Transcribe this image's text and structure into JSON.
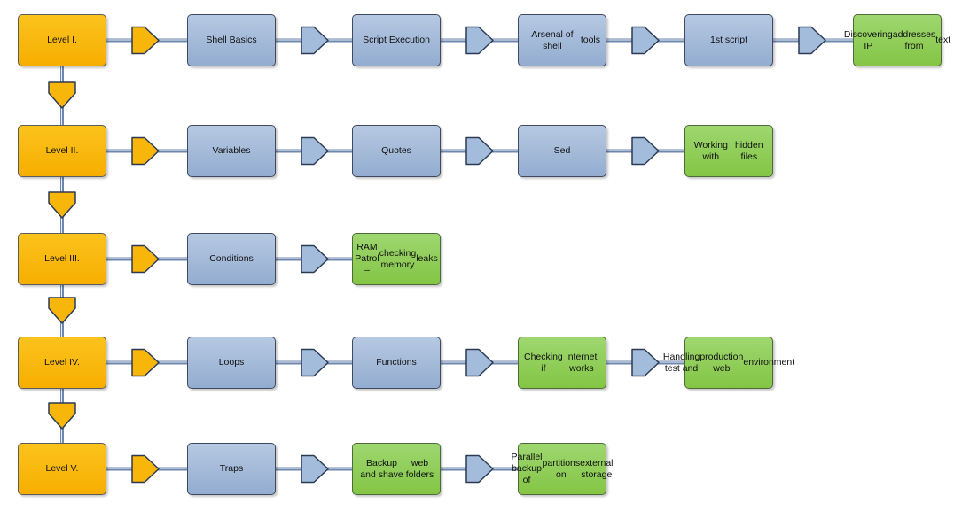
{
  "colors": {
    "level_fill": "#f8b50a",
    "topic_fill": "#a4bcdb",
    "project_fill": "#8fcd55",
    "connector": "#6f87ad",
    "outline": "#2b3a55"
  },
  "levels": [
    {
      "label": "Level I.",
      "steps": [
        {
          "label": "Shell Basics",
          "kind": "topic"
        },
        {
          "label": "Script Execution",
          "kind": "topic"
        },
        {
          "label": "Arsenal of shell tools",
          "kind": "topic",
          "lines": [
            "Arsenal of shell",
            "tools"
          ]
        },
        {
          "label": "1st script",
          "kind": "topic"
        },
        {
          "label": "Discovering IP addresses from text",
          "kind": "project",
          "lines": [
            "Discovering IP",
            "addresses from",
            "text"
          ]
        }
      ]
    },
    {
      "label": "Level II.",
      "steps": [
        {
          "label": "Variables",
          "kind": "topic"
        },
        {
          "label": "Quotes",
          "kind": "topic"
        },
        {
          "label": "Sed",
          "kind": "topic"
        },
        {
          "label": "Working with hidden files",
          "kind": "project",
          "lines": [
            "Working with",
            "hidden files"
          ]
        }
      ]
    },
    {
      "label": "Level III.",
      "steps": [
        {
          "label": "Conditions",
          "kind": "topic"
        },
        {
          "label": "RAM Patrol – checking memory leaks",
          "kind": "project",
          "lines": [
            "RAM Patrol –",
            "checking memory",
            "leaks"
          ]
        }
      ]
    },
    {
      "label": "Level IV.",
      "steps": [
        {
          "label": "Loops",
          "kind": "topic"
        },
        {
          "label": "Functions",
          "kind": "topic"
        },
        {
          "label": "Checking if internet works",
          "kind": "project",
          "lines": [
            "Checking if",
            "internet works"
          ]
        },
        {
          "label": "Handling test and production web environment",
          "kind": "project",
          "lines": [
            "Handling test and",
            "production web",
            "environment"
          ]
        }
      ]
    },
    {
      "label": "Level V.",
      "steps": [
        {
          "label": "Traps",
          "kind": "topic"
        },
        {
          "label": "Backup and shave web folders",
          "kind": "project",
          "lines": [
            "Backup and shave",
            "web folders"
          ]
        },
        {
          "label": "Parallel backup of partitions on external storage",
          "kind": "project",
          "lines": [
            "Parallel backup of",
            "partitions on",
            "external storage"
          ]
        }
      ]
    }
  ]
}
